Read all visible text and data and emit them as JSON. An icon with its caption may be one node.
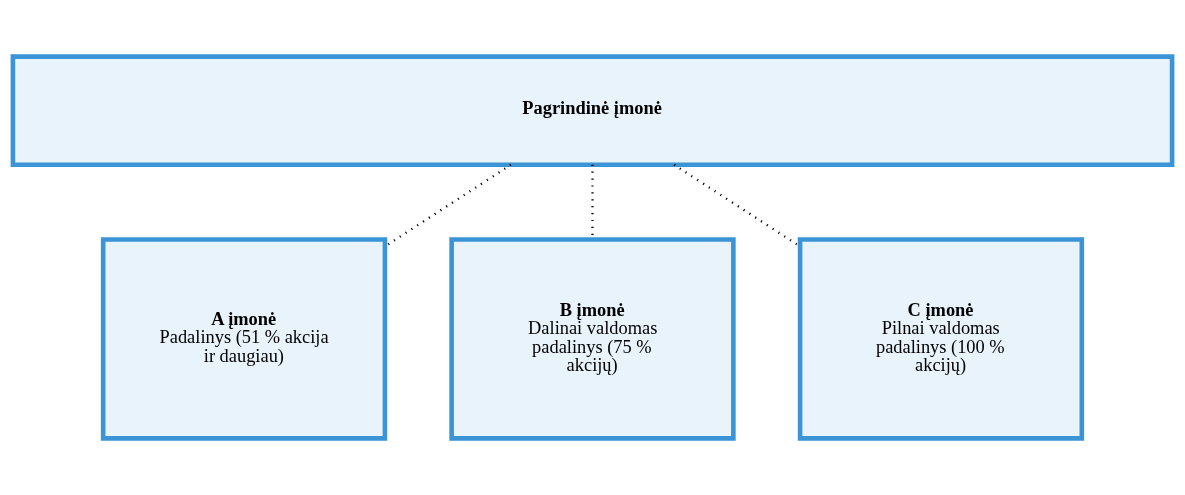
{
  "diagram": {
    "nodes": [
      {
        "text": [
          "Pagrindinė įmonė"
        ]
      },
      {
        "text": [
          "A įmonė",
          "Padalinys (51 % akcija ir daugiau)"
        ]
      },
      {
        "text": [
          "B įmonė",
          "Dalinai valdomas padalinys (75 % akcijų)"
        ]
      },
      {
        "text": [
          "C įmonė",
          "Pilnai valdomas padalinys (100 % akcijų)"
        ]
      }
    ],
    "edges": [
      {
        "from": 0,
        "to": 1,
        "arrow": "none",
        "style": "dashed"
      },
      {
        "from": 0,
        "to": 2,
        "arrow": "none",
        "style": "dashed"
      },
      {
        "from": 0,
        "to": 3,
        "arrow": "none",
        "style": "dashed"
      }
    ]
  }
}
